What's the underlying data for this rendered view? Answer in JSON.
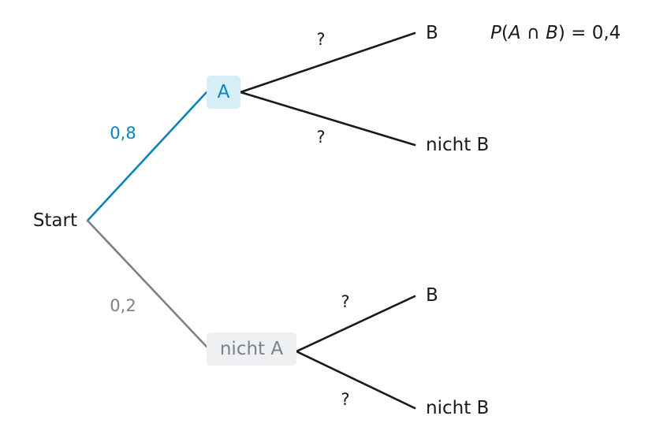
{
  "tree": {
    "root": {
      "label": "Start"
    },
    "level1": [
      {
        "label": "A",
        "probability": "0,8",
        "color": "#0a84b8",
        "box_fill": "#d6eef8"
      },
      {
        "label": "nicht A",
        "probability": "0,2",
        "color": "#7a8288",
        "box_fill": "#eef0f2"
      }
    ],
    "level2": [
      {
        "label": "B",
        "probability": "?"
      },
      {
        "label": "nicht B",
        "probability": "?"
      },
      {
        "label": "B",
        "probability": "?"
      },
      {
        "label": "nicht B",
        "probability": "?"
      }
    ]
  },
  "formula": {
    "P": "P",
    "open": "(",
    "A": "A",
    "cap": " ∩ ",
    "B": "B",
    "close": ")",
    "equals_value": " = 0,4"
  },
  "colors": {
    "text": "#1a1a1a",
    "line": "#1a1a1a"
  }
}
